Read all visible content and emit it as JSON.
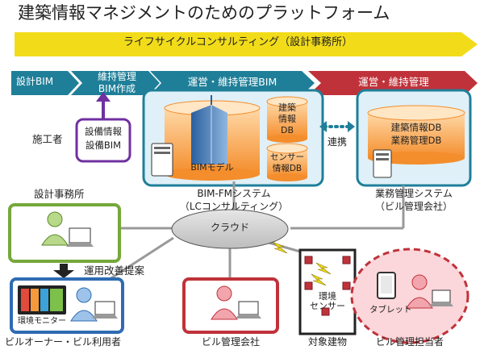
{
  "title": "建築情報マネジメントのためのプラットフォーム",
  "lifecycle_bar": "ライフサイクルコンサルティング（設計事務所）",
  "phases": {
    "design_bim": "設計BIM",
    "maintenance_line1": "維持管理",
    "maintenance_line2": "BIM作成",
    "operation_bim": "運営・維持管理BIM",
    "operation": "運営・維持管理"
  },
  "contractor": {
    "label": "施工者",
    "box_line1": "設備情報",
    "box_line2": "設備BIM"
  },
  "bimfm": {
    "model_label": "BIMモデル",
    "db1_line1": "建築",
    "db1_line2": "情報",
    "db1_line3": "DB",
    "db2_line1": "センサー",
    "db2_line2": "情報DB",
    "caption_line1": "BIM-FMシステム",
    "caption_line2": "（LCコンサルティング）"
  },
  "link_label": "連携",
  "business": {
    "db_line1": "建築情報DB",
    "db_line2": "業務管理DB",
    "caption_line1": "業務管理システム",
    "caption_line2": "（ビル管理会社）"
  },
  "design_office": "設計事務所",
  "proposal": "運用改善提案",
  "owner": {
    "monitor": "環境モニター",
    "caption": "ビルオーナー・ビル利用者"
  },
  "cloud": "クラウド",
  "mgmt_company": "ビル管理会社",
  "target_building": {
    "sensor_line1": "環境",
    "sensor_line2": "センサー",
    "caption": "対象建物"
  },
  "staff": {
    "tablet": "タブレット",
    "caption": "ビル管理担当者"
  },
  "colors": {
    "yellow": "#f2dc1a",
    "teal": "#1f7f99",
    "red": "#c0323a",
    "green": "#76a83a",
    "purple": "#7030a0",
    "blue": "#2f6bb2",
    "orange": "#f59a3c",
    "light_blue": "#dff0f8",
    "pink": "#fbd6da"
  }
}
